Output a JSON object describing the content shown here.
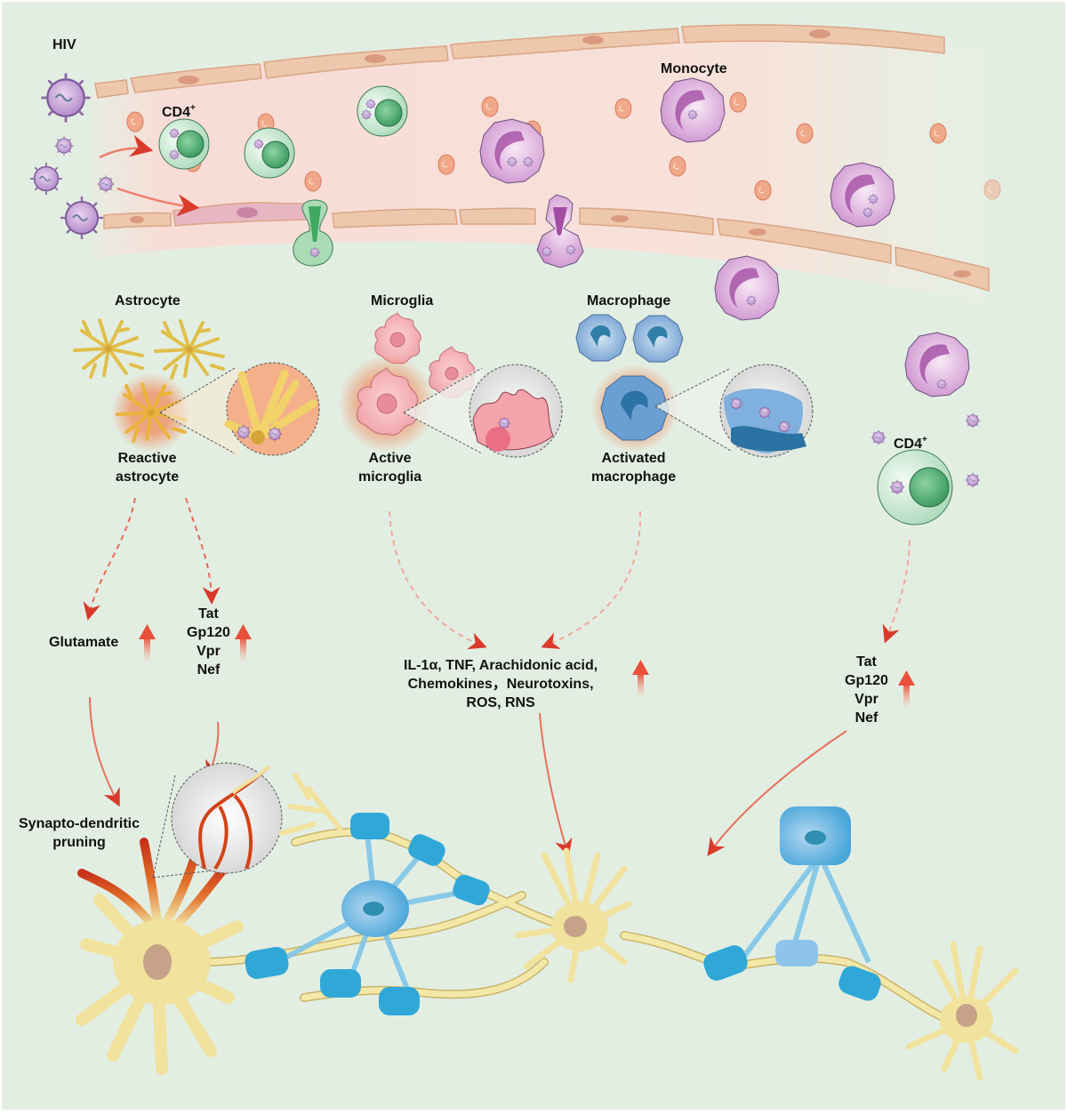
{
  "figure": {
    "topic": "HIV entry into the central nervous system and neuronal injury",
    "colors": {
      "background": "#e3eee3",
      "vessel": "#f7dcd6",
      "endothelium": "#ecc4a8",
      "hiv_virion": "#c9a4d9",
      "cd4_cell": "#bfe3c9",
      "monocyte": "#d59ad6",
      "astrocyte": "#f1dc8a",
      "microglia": "#f1a8ad",
      "macrophage": "#7aa8d6",
      "oligodendrocyte_myelin": "#2fa8d8",
      "neuron": "#f2e6a6",
      "arrow_red": "#d93a2b",
      "increase_arrow": "#e8603c"
    }
  },
  "labels": {
    "hiv": "HIV",
    "cd4_top": "CD4",
    "cd4_top_sup": "+",
    "monocyte": "Monocyte",
    "astrocyte": "Astrocyte",
    "reactive_astrocyte": [
      "Reactive",
      "astrocyte"
    ],
    "microglia": "Microglia",
    "active_microglia": [
      "Active",
      "microglia"
    ],
    "macrophage": "Macrophage",
    "activated_macrophage": [
      "Activated",
      "macrophage"
    ],
    "cd4_right": "CD4",
    "cd4_right_sup": "+",
    "glutamate": "Glutamate",
    "viral_proteins_left": [
      "Tat",
      "Gp120",
      "Vpr",
      "Nef"
    ],
    "inflammatory_mediators": [
      "IL-1α, TNF, Arachidonic acid,",
      "Chemokines，Neurotoxins,",
      "ROS, RNS"
    ],
    "viral_proteins_right": [
      "Tat",
      "Gp120",
      "Vpr",
      "Nef"
    ],
    "pruning": [
      "Synapto-dendritic",
      "pruning"
    ]
  },
  "indicators": {
    "glutamate": "increase",
    "viral_proteins_left": "increase",
    "inflammatory_mediators": "increase",
    "viral_proteins_right": "increase"
  }
}
